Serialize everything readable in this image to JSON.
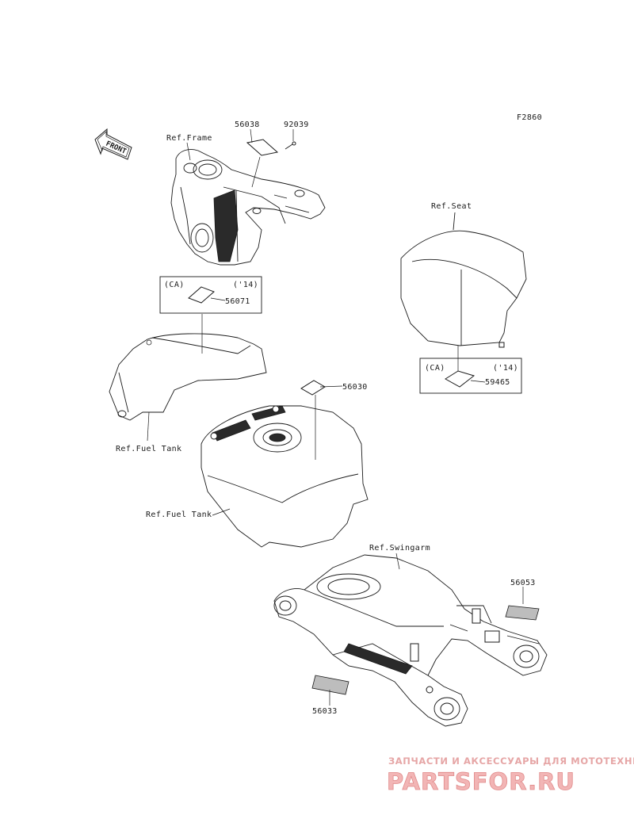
{
  "figure_code": "F2860",
  "front_arrow": {
    "label": "FRONT",
    "icon": "front-arrow-icon"
  },
  "reference_labels": {
    "frame": "Ref.Frame",
    "seat": "Ref.Seat",
    "fuel_tank_left": "Ref.Fuel Tank",
    "fuel_tank_main": "Ref.Fuel Tank",
    "swingarm": "Ref.Swingarm"
  },
  "parts": {
    "p56038": "56038",
    "p92039": "92039",
    "p56071": "56071",
    "p56030": "56030",
    "p59465": "59465",
    "p56053": "56053",
    "p56033": "56033"
  },
  "callout_boxes": {
    "tank_box": {
      "market": "(CA)",
      "year": "('14)"
    },
    "seat_box": {
      "market": "(CA)",
      "year": "('14)"
    }
  },
  "watermark": {
    "tagline": "ЗАПЧАСТИ И АКСЕССУАРЫ ДЛЯ МОТОТЕХНИКИ",
    "logo": "PARTSFOR.RU",
    "color": "#e08a8a"
  }
}
